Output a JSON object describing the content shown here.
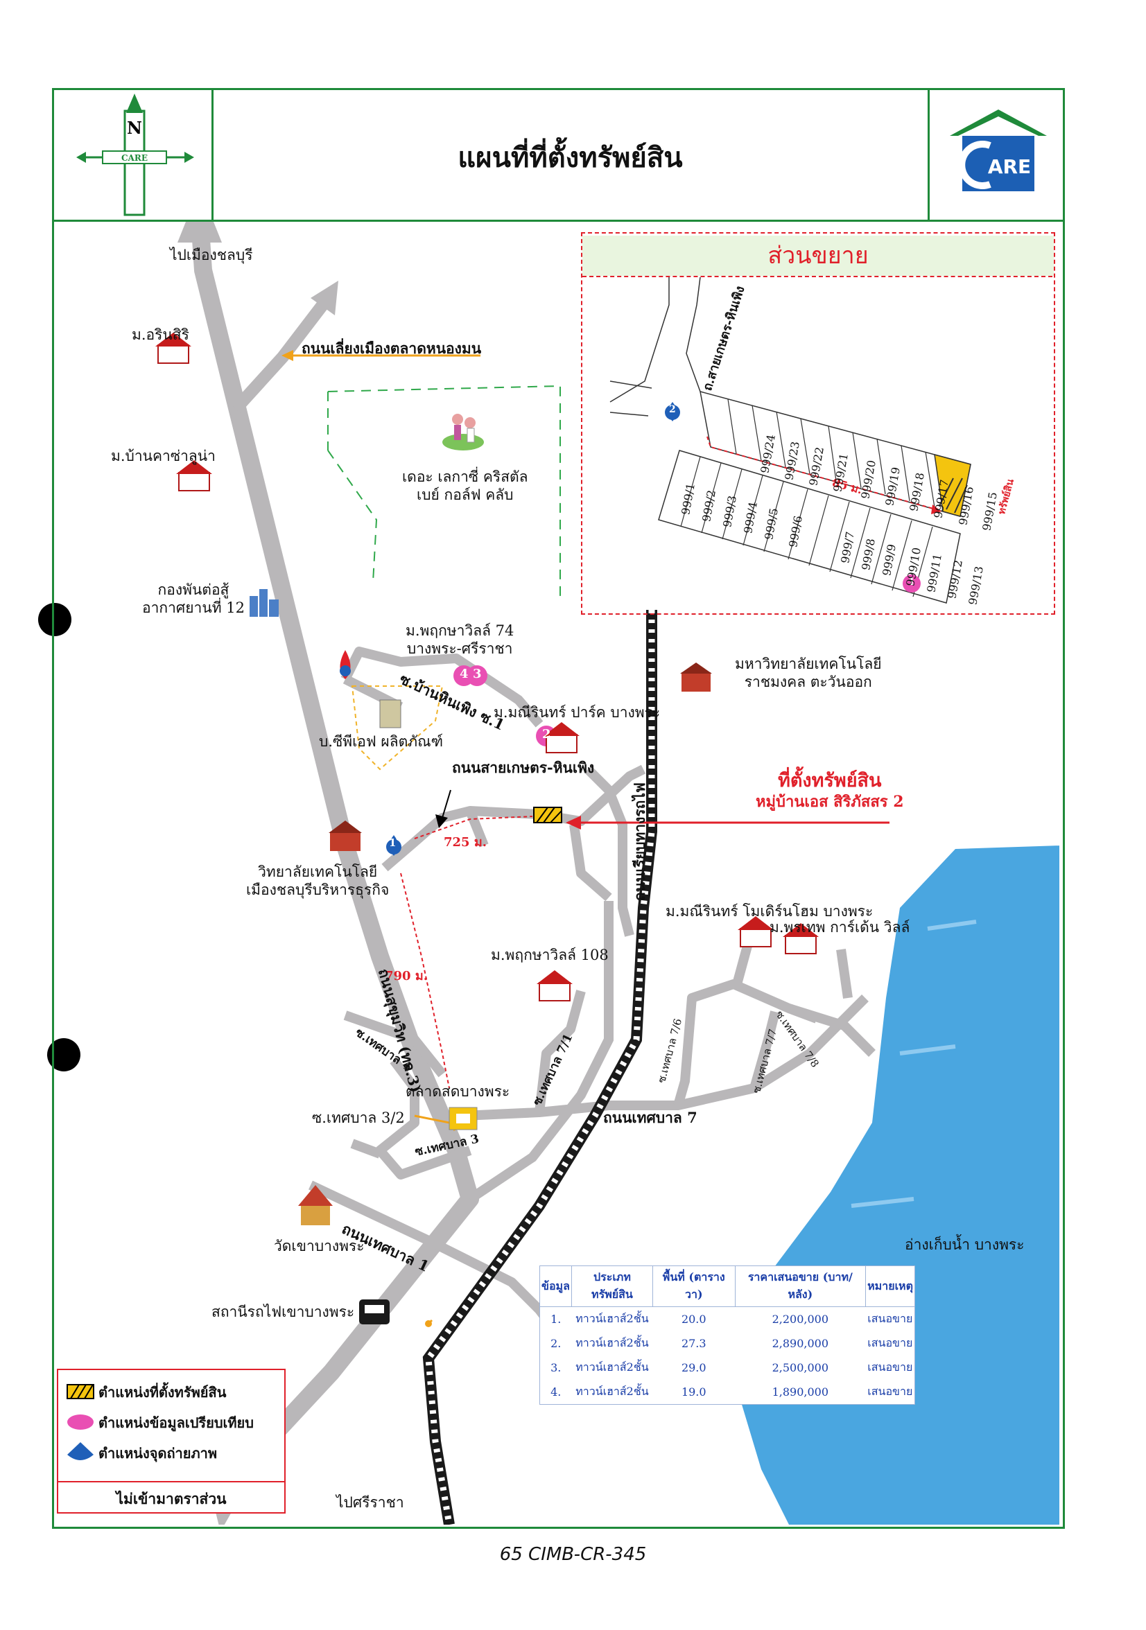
{
  "header": {
    "title": "แผนที่ที่ตั้งทรัพย์สิน",
    "compass_letter": "N",
    "compass_text": "CARE",
    "logo_text": "ARE"
  },
  "map": {
    "labels": {
      "to_chonburi": "ไปเมืองชลบุรี",
      "to_sriracha": "ไปศรีราชา",
      "m_arinsiri": "ม.อรินสิริ",
      "bypass_road": "ถนนเลี่ยงเมืองตลาดหนองมน",
      "m_casa_luna": "ม.บ้านคาซ่าลูน่า",
      "golf_club_1": "เดอะ เลกาซี่ คริสตัล",
      "golf_club_2": "เบย์ กอล์ฟ คลับ",
      "wing_1": "กองพันต่อสู้",
      "wing_2": "อากาศยานที่ 12",
      "m_pruksa74_1": "ม.พฤกษาวิลล์ 74",
      "m_pruksa74_2": "บางพระ-ศรีราชา",
      "soi_baan_hin_pheng": "ซ.บ้านหินเพิง ซ.1",
      "m_manee_park": "ม.มณีรินทร์ ปาร์ค บางพระ",
      "cpf": "บ.ซีพีเอฟ ผลิตภัณฑ์",
      "rmut_1": "มหาวิทยาลัยเทคโนโลยี",
      "rmut_2": "ราชมงคล ตะวันออก",
      "road_saikaset": "ถนนสายเกษตร-หินเพิง",
      "property_title": "ที่ตั้งทรัพย์สิน",
      "property_sub": "หมู่บ้านเอส สิริภัสสร 2",
      "dist_725": "725 ม.",
      "dist_790": "790 ม.",
      "college_1": "วิทยาลัยเทคโนโลยี",
      "college_2": "เมืองชลบุรีบริหารธุรกิจ",
      "sukhumvit": "ถนนสุขุมวิท (ทล.3)",
      "railway": "ถนนเรียบทางรถไฟ",
      "m_manee_modern": "ม.มณีรินทร์ โมเดิร์นโฮม บางพระ",
      "m_pornthep": "ม.พรเทพ การ์เด้น วิลล์",
      "m_pruksa108": "ม.พฤกษาวิลล์ 108",
      "soi_thesaban4": "ซ.เทศบาล 4",
      "soi_thesaban7_1": "ซ.เทศบาล 7/1",
      "soi_thesaban7_6": "ซ.เทศบาล 7/6",
      "soi_thesaban7_7": "ซ.เทศบาล 7/7",
      "soi_thesaban7_8": "ซ.เทศบาล 7/8",
      "market": "ตลาดสดบางพระ",
      "soi_thesaban3_2": "ซ.เทศบาล 3/2",
      "soi_thesaban3": "ซ.เทศบาล 3",
      "road_thesaban7": "ถนนเทศบาล 7",
      "road_thesaban1": "ถนนเทศบาล 1",
      "temple": "วัดเขาบางพระ",
      "station": "สถานีรถไฟเขาบางพระ",
      "reservoir": "อ่างเก็บน้ำ บางพระ"
    },
    "markers": {
      "photo_1": "1",
      "comp_4": "4",
      "comp_3": "3",
      "comp_2": "2"
    }
  },
  "inset": {
    "title": "ส่วนขยาย",
    "road": "ถ.สายเกษตร-หินเพิง",
    "distance": "85 ม.",
    "photo_marker": "2",
    "comp_marker": "1",
    "property_label": "ทรัพย์สิน",
    "plots_top": [
      "999/24",
      "999/23",
      "999/22",
      "999/21",
      "999/20",
      "999/19",
      "999/18",
      "999/17",
      "999/16",
      "999/15"
    ],
    "plots_bottom": [
      "999/1",
      "999/2",
      "999/3",
      "999/4",
      "999/5",
      "999/6",
      "999/7",
      "999/8",
      "999/9",
      "999/10",
      "999/11",
      "999/12",
      "999/13"
    ]
  },
  "comparison_table": {
    "headers": [
      "ข้อมูล",
      "ประเภททรัพย์สิน",
      "พื้นที่ (ตารางวา)",
      "ราคาเสนอขาย (บาท/หลัง)",
      "หมายเหตุ"
    ],
    "rows": [
      [
        "1.",
        "ทาวน์เฮาส์2ชั้น",
        "20.0",
        "2,200,000",
        "เสนอขาย"
      ],
      [
        "2.",
        "ทาวน์เฮาส์2ชั้น",
        "27.3",
        "2,890,000",
        "เสนอขาย"
      ],
      [
        "3.",
        "ทาวน์เฮาส์2ชั้น",
        "29.0",
        "2,500,000",
        "เสนอขาย"
      ],
      [
        "4.",
        "ทาวน์เฮาส์2ชั้น",
        "19.0",
        "1,890,000",
        "เสนอขาย"
      ]
    ]
  },
  "legend": {
    "property": "ตำแหน่งที่ตั้งทรัพย์สิน",
    "comparable": "ตำแหน่งข้อมูลเปรียบเทียบ",
    "photo": "ตำแหน่งจุดถ่ายภาพ",
    "scale_note": "ไม่เข้ามาตราส่วน"
  },
  "footer": {
    "code": "65 CIMB-CR-345"
  },
  "colors": {
    "frame": "#1f8a3a",
    "accent_red": "#e0202a",
    "road": "#b9b7b9",
    "water": "#4aa6e0",
    "comparable_pink": "#e94fb3",
    "photo_blue": "#1f5fb8",
    "property_yellow": "#f4c40f",
    "logo_blue": "#1c5fb4"
  }
}
